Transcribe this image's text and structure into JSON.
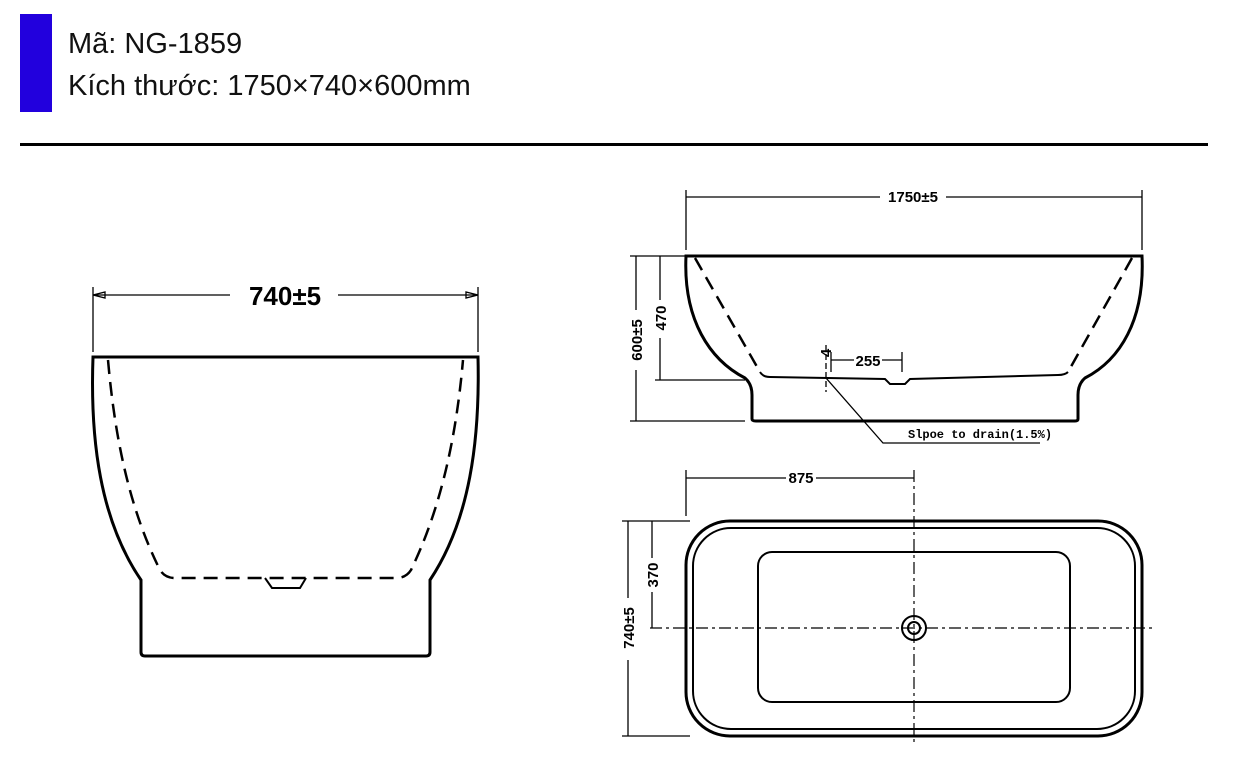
{
  "header": {
    "code_line": "Mã: NG-1859",
    "size_line": "Kích thước: 1750×740×600mm",
    "accent_color": "#2200dd"
  },
  "front_view": {
    "width_dim": "740±5"
  },
  "side_view": {
    "length_dim": "1750±5",
    "height_dim": "600±5",
    "inner_depth_dim": "470",
    "slope_drop_dim": "4",
    "drain_offset_dim": "255",
    "slope_note": "Slpoe to drain(1.5%)"
  },
  "top_view": {
    "drain_center_dim": "875",
    "width_dim": "740±5",
    "half_width_dim": "370"
  }
}
